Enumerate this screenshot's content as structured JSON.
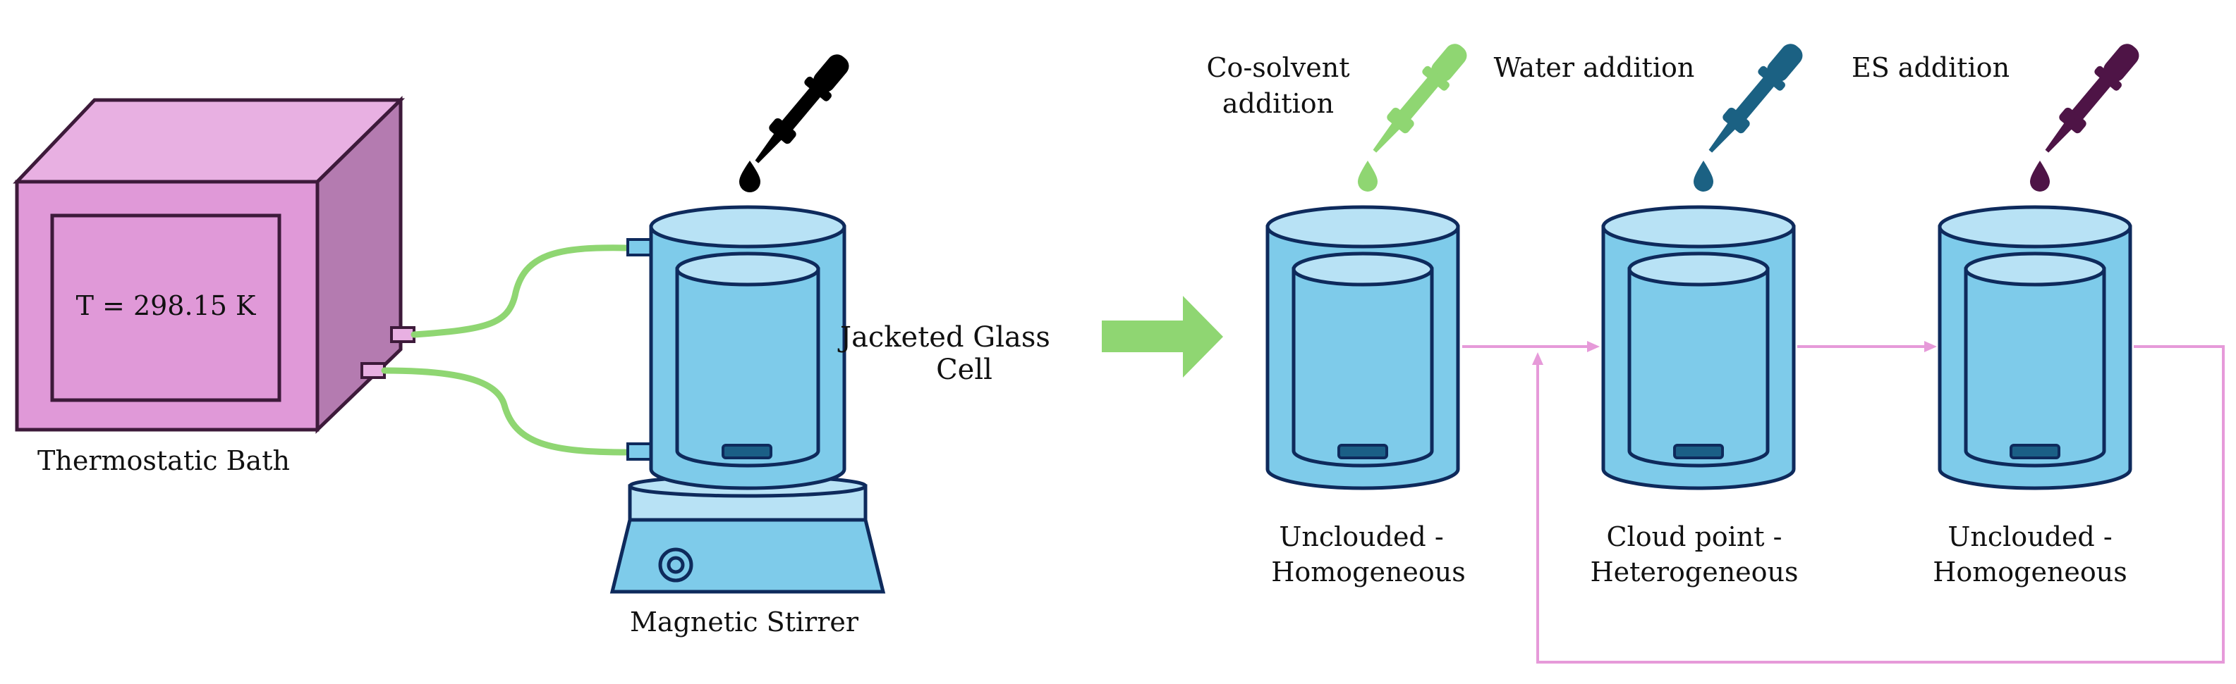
{
  "bath": {
    "temperature_label": "T = 298.15 K",
    "caption": "Thermostatic Bath"
  },
  "stirrer": {
    "caption": "Magnetic Stirrer"
  },
  "cell": {
    "caption_line1": "Jacketed Glass",
    "caption_line2": "Cell"
  },
  "steps": [
    {
      "addition_line1": "Co-solvent",
      "addition_line2": "addition",
      "state_line1": "Unclouded  -",
      "state_line2": "Homogeneous",
      "dropper_color": "#8fd672"
    },
    {
      "addition_line1": "Water addition",
      "addition_line2": "",
      "state_line1": "Cloud point  -",
      "state_line2": "Heterogeneous",
      "dropper_color": "#1b6183"
    },
    {
      "addition_line1": "ES addition",
      "addition_line2": "",
      "state_line1": "Unclouded  -",
      "state_line2": "Homogeneous",
      "dropper_color": "#4e1446"
    }
  ],
  "colors": {
    "bath_front": "#e099d8",
    "bath_top": "#e8b0e2",
    "bath_side": "#b47bb0",
    "bath_outline": "#3d1a3a",
    "hose": "#8fd672",
    "arrow": "#8fd672",
    "vessel_fill": "#7ecbea",
    "vessel_top": "#b8e2f5",
    "vessel_outline": "#0e2a5c",
    "stir_bar": "#1b5f86",
    "flow_line": "#e69ad9",
    "main_dropper": "#000000"
  }
}
